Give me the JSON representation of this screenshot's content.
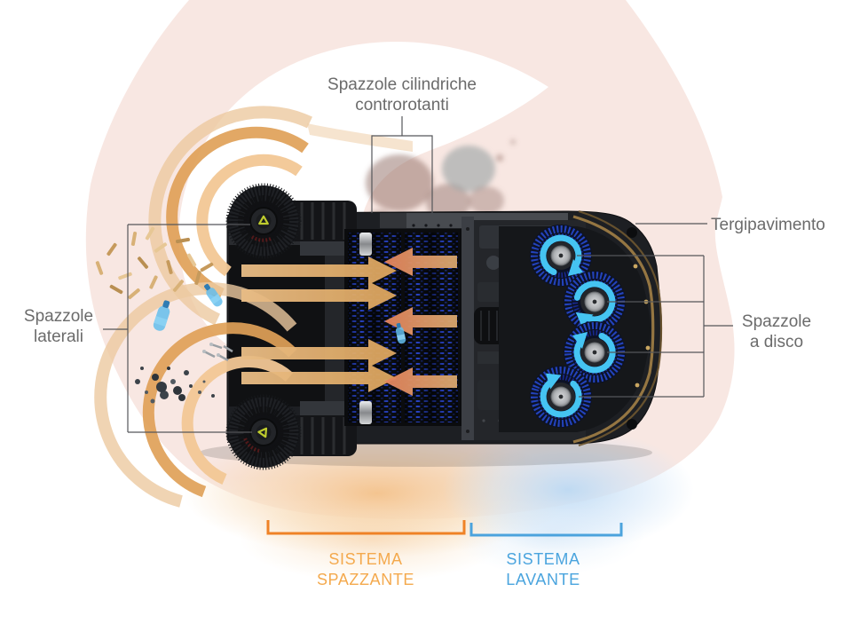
{
  "page": {
    "type": "product-feature-diagram",
    "subject": "Combined sweeper-scrubber machine, top view, sweeping and washing systems"
  },
  "labels": {
    "cylindrical_brushes": {
      "line1": "Spazzole cilindriche",
      "line2": "controrotanti"
    },
    "squeegee": {
      "text": "Tergipavimento"
    },
    "side_brushes": {
      "line1": "Spazzole",
      "line2": "laterali"
    },
    "disc_brushes": {
      "line1": "Spazzole",
      "line2": "a disco"
    },
    "sweeping_system": {
      "line1": "SISTEMA",
      "line2": "SPAZZANTE"
    },
    "washing_system": {
      "line1": "SISTEMA",
      "line2": "LAVANTE"
    }
  },
  "colors": {
    "label_text": "#6b6b6b",
    "leader_line": "#55565a",
    "sweeping_accent": "#ef8226",
    "sweeping_text": "#f4a94d",
    "washing_accent": "#4ba3dd",
    "washing_text": "#4aa4de",
    "background_blob": "#f8e7e2",
    "arc_orange": "#e0a158",
    "arrow_tan": "#dca45c",
    "arrow_salmon": "#e4835c",
    "disc_brush_blue": "#2343bd",
    "rotation_arrow_cyan": "#45c4f2",
    "squeegee_tan": "#9c7b44",
    "glow_orange": "#f3bd80",
    "glow_blue": "#bcd9f3"
  }
}
